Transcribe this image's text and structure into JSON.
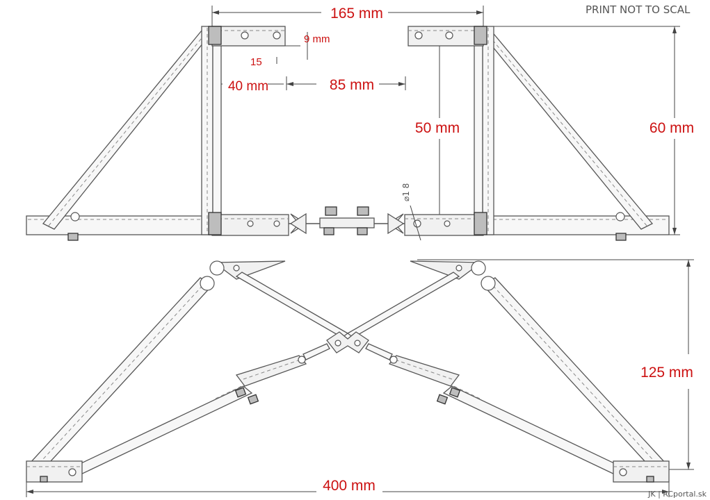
{
  "notice": "PRINT NOT TO SCAL",
  "dims": {
    "width_top": "165 mm",
    "slot": "9 mm",
    "hole_offset": "15",
    "plate": "40 mm",
    "gap": "85 mm",
    "hole_height": "50 mm",
    "height_side": "60 mm",
    "bolt_dia": "⌀1 8",
    "height_front": "125 mm",
    "width_bottom": "400 mm"
  },
  "credit": "JK | RCportal.sk"
}
